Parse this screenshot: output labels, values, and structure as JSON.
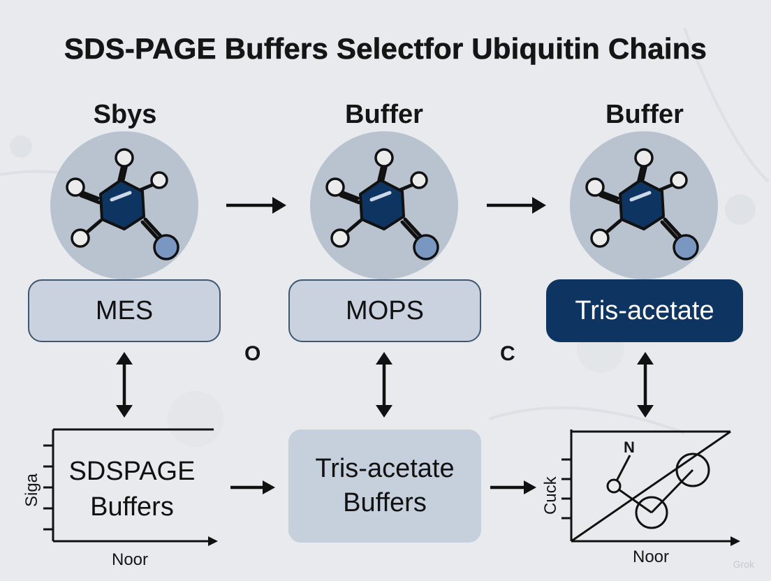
{
  "title": "SDS-PAGE Buffers Selectfor Ubiquitin Chains",
  "columns": [
    {
      "heading": "Sbys",
      "buffer": "MES",
      "style": "light"
    },
    {
      "heading": "Buffer",
      "buffer": "MOPS",
      "style": "light"
    },
    {
      "heading": "Buffer",
      "buffer": "Tris-acetate",
      "style": "dark"
    }
  ],
  "between_labels": [
    "O",
    "C"
  ],
  "bottom": {
    "left_panel": {
      "line1": "SDSPAGE",
      "line2": "Buffers",
      "ylabel": "Siga",
      "xlabel": "Noor"
    },
    "center_box": {
      "line1": "Tris-acetate",
      "line2": "Buffers"
    },
    "right_chart": {
      "ylabel": "Cuck",
      "xlabel": "Noor",
      "node_label": "N"
    }
  },
  "colors": {
    "dark_navy": "#0e3562",
    "light_box": "#c9d2de",
    "circle_bg": "#b9c3d0",
    "background": "#e8eaed"
  },
  "watermark": "Grok"
}
